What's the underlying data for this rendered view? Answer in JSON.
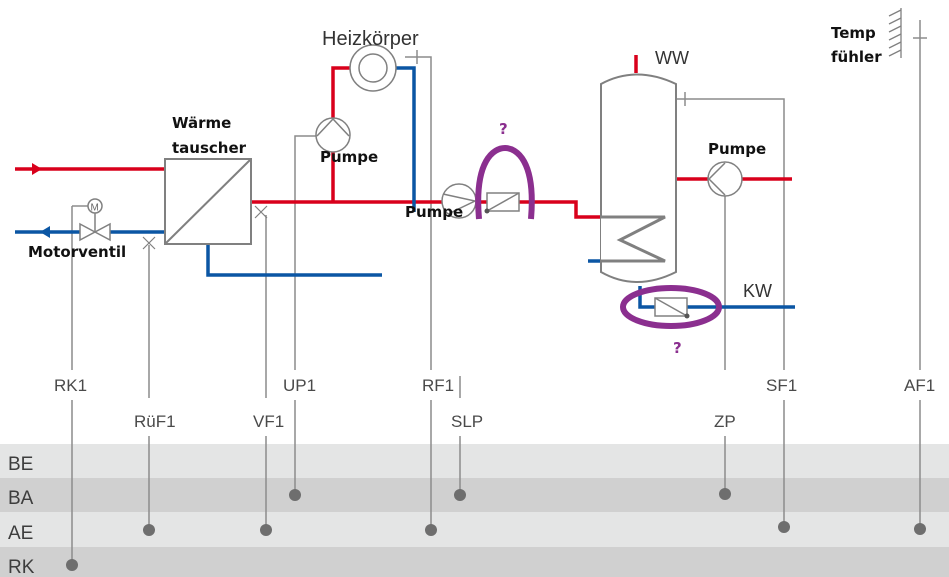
{
  "colors": {
    "supply": "#d9001b",
    "return": "#0b56a4",
    "component": "#808080",
    "signal": "#8c8c8c",
    "highlight": "#8b2f8f",
    "band_light": "#e4e5e5",
    "band_dark": "#d0d0d0",
    "dot": "#6e6e6e"
  },
  "labels": {
    "heizkoerper": "Heizkörper",
    "waermetauscher_1": "Wärme",
    "waermetauscher_2": "tauscher",
    "pumpe_heating": "Pumpe",
    "pumpe_storage": "Pumpe",
    "pumpe_circulation": "Pumpe",
    "motorventil": "Motorventil",
    "motor_symbol": "M",
    "ww": "WW",
    "kw": "KW",
    "tempfuehler_1": "Temp",
    "tempfuehler_2": "fühler",
    "question_top": "?",
    "question_bottom": "?"
  },
  "signals": [
    {
      "id": "RK1",
      "band": "RK"
    },
    {
      "id": "RüF1",
      "band": "AE"
    },
    {
      "id": "VF1",
      "band": "AE"
    },
    {
      "id": "UP1",
      "band": "BA"
    },
    {
      "id": "RF1",
      "band": "AE"
    },
    {
      "id": "SLP",
      "band": "BA"
    },
    {
      "id": "ZP",
      "band": "BA"
    },
    {
      "id": "SF1",
      "band": "AE"
    },
    {
      "id": "AF1",
      "band": "AE"
    }
  ],
  "bands": [
    {
      "label": "BE"
    },
    {
      "label": "BA"
    },
    {
      "label": "AE"
    },
    {
      "label": "RK"
    }
  ]
}
